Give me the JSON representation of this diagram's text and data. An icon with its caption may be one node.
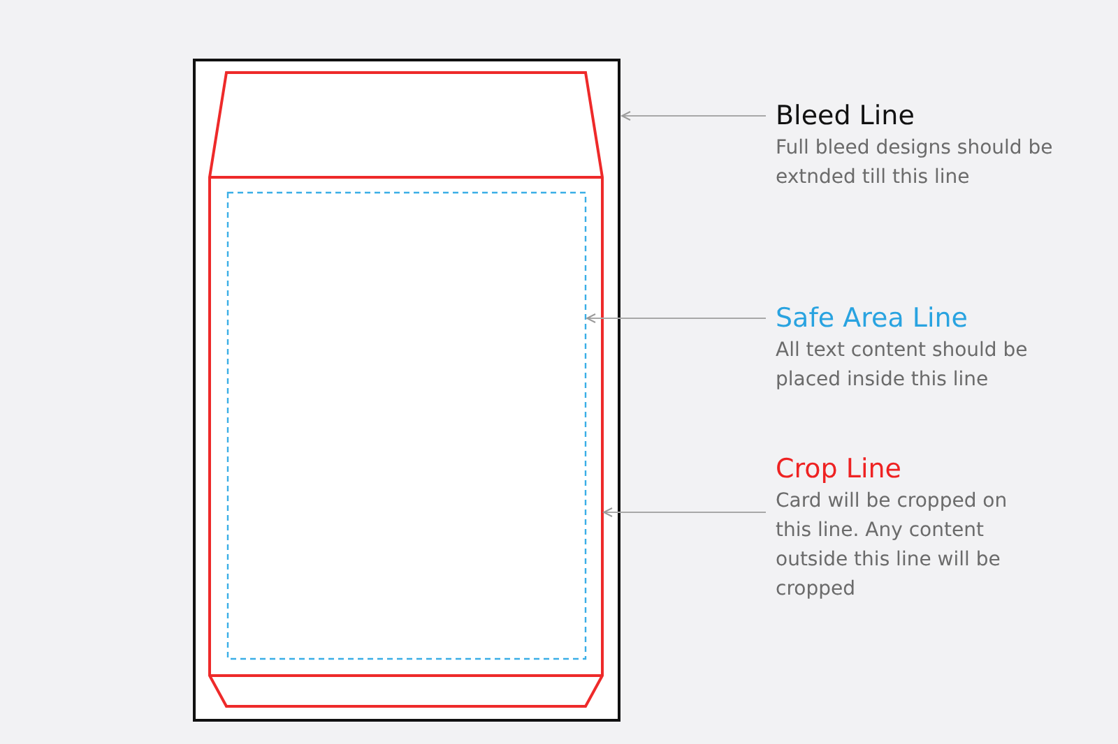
{
  "diagram": {
    "nodes": [
      {
        "text": [],
        "shape": "box"
      },
      {
        "text": [],
        "shape": "box",
        "in": 0
      },
      {
        "text": [],
        "shape": "box",
        "in": 1
      },
      {
        "text": [
          "Bleed Line",
          "Full bleed designs should be extnded till this line"
        ]
      },
      {
        "text": [
          "Safe Area Line",
          "All text content should be placed inside this line"
        ]
      },
      {
        "text": [
          "Crop Line",
          "Card will be cropped on this line. Any content outside this line will be cropped"
        ]
      }
    ],
    "edges": [
      {
        "from": 3,
        "to": 0,
        "arrow": "to"
      },
      {
        "from": 4,
        "to": 2,
        "arrow": "to"
      },
      {
        "from": 5,
        "to": 1,
        "arrow": "to"
      }
    ]
  }
}
